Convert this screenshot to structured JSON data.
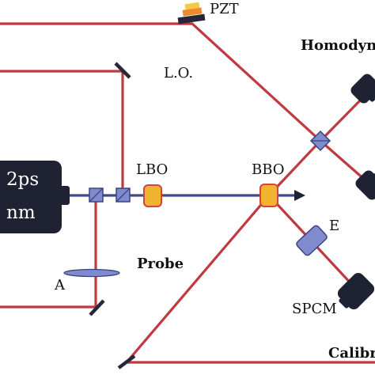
{
  "labels": {
    "pzt": "PZT",
    "homodyne": "Homodyn",
    "lo": "L.O.",
    "lbo": "LBO",
    "bbo": "BBO",
    "probe": "Probe",
    "a": "A",
    "e": "E",
    "spcm": "SPCM",
    "calibration": "Calibr",
    "laser_line1": "2ps",
    "laser_line2": "nm"
  },
  "colors": {
    "red_beam": "#c0393f",
    "blue_beam": "#3d4a8a",
    "crystal": "#f0b432",
    "crystal_stroke": "#d1453b",
    "optic_blue": "#7f8bcc",
    "optic_stroke": "#3a4480",
    "laser_body": "#1f2233",
    "mirror": "#25283a",
    "pzt_orange": "#ef8a2e",
    "pzt_yellow": "#f6c84a"
  },
  "icons": {
    "beamsplitter": "cube-beamsplitter-icon",
    "mirror": "mirror-icon",
    "detector": "photodetector-icon",
    "lens": "lens-icon",
    "arrow": "arrowhead-icon"
  }
}
